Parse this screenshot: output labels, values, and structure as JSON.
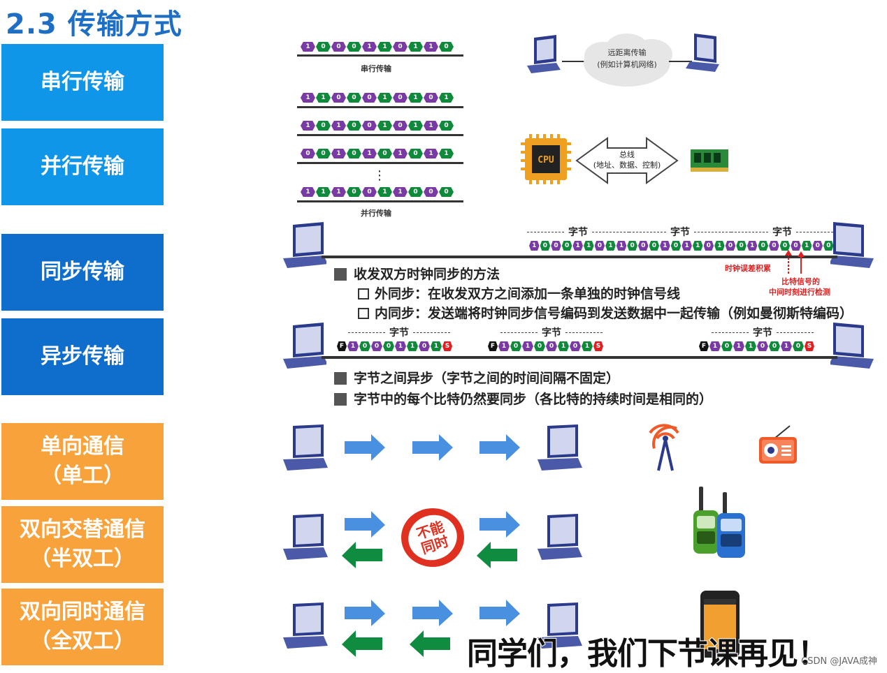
{
  "title": "2.3 传输方式",
  "labels": [
    {
      "text": "串行传输"
    },
    {
      "text": "并行传输"
    },
    {
      "text": "同步传输"
    },
    {
      "text": "异步传输"
    },
    {
      "text": "单向通信\n（单工）"
    },
    {
      "text": "双向交替通信\n（半双工）"
    },
    {
      "text": "双向同时通信\n（全双工）"
    }
  ],
  "serial": {
    "bits": [
      "1",
      "0",
      "0",
      "0",
      "1",
      "1",
      "0",
      "1",
      "1",
      "0"
    ],
    "caption": "串行传输",
    "cloud_line1": "远距离传输",
    "cloud_line2": "(例如计算机网络)"
  },
  "parallel": {
    "rows": [
      [
        "1",
        "1",
        "0",
        "0",
        "0",
        "1",
        "0",
        "1",
        "0",
        "1"
      ],
      [
        "1",
        "0",
        "1",
        "0",
        "0",
        "1",
        "0",
        "1",
        "1",
        "0"
      ],
      [
        "0",
        "0",
        "1",
        "0",
        "1",
        "0",
        "1",
        "0",
        "1",
        "1"
      ],
      [
        "1",
        "1",
        "1",
        "0",
        "0",
        "1",
        "1",
        "0",
        "0",
        "0"
      ]
    ],
    "dots": "⋮",
    "caption": "并行传输",
    "cpu": "CPU",
    "bus_line1": "总线",
    "bus_line2": "(地址、数据、控制)"
  },
  "sync": {
    "byte_label": "字节",
    "bits": [
      "1",
      "0",
      "0",
      "0",
      "1",
      "1",
      "0",
      "1",
      "1",
      "0",
      "0",
      "0",
      "1",
      "0",
      "1",
      "1",
      "0",
      "1",
      "0",
      "0",
      "1",
      "0",
      "0",
      "0",
      "0",
      "1",
      "0",
      "0"
    ],
    "clock_error": "时钟误差积累",
    "detect_line1": "比特信号的",
    "detect_line2": "中间时刻进行检测",
    "point1": "收发双方时钟同步的方法",
    "point2": "外同步：在收发双方之间添加一条单独的时钟信号线",
    "point3": "内同步：发送端将时钟同步信号编码到发送数据中一起传输（例如曼彻斯特编码）"
  },
  "async": {
    "byte_label": "字节",
    "start": "F",
    "stop": "S",
    "groups": [
      [
        "1",
        "0",
        "0",
        "0",
        "1",
        "1",
        "0",
        "1"
      ],
      [
        "1",
        "0",
        "1",
        "0",
        "0",
        "1",
        "0",
        "1"
      ],
      [
        "1",
        "0",
        "1",
        "1",
        "0",
        "0",
        "1",
        "0"
      ]
    ],
    "point1": "字节之间异步（字节之间的时间间隔不固定）",
    "point2": "字节中的每个比特仍然要同步（各比特的持续时间是相同的）"
  },
  "half_duplex_badge": "不能\n同时",
  "subtitle": "同学们，我们下节课再见！",
  "watermark": "CSDN @JAVA成神",
  "colors": {
    "purple": "#7a3aa6",
    "green": "#0d8a3a",
    "blue_arrow": "#4a90e0",
    "green_arrow": "#0f8c3f",
    "red": "#e02020"
  }
}
